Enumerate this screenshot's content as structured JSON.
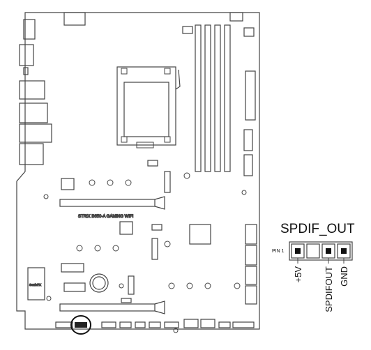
{
  "board": {
    "model_text": "STRIX B650-A GAMING WIFI",
    "small_chip_text": "SonicFX",
    "highlight_color": "#111111"
  },
  "header": {
    "title": "SPDIF_OUT",
    "pin1_label": "PIN 1"
  },
  "pins": [
    {
      "name": "+5V",
      "populated": true
    },
    {
      "name": "",
      "populated": false
    },
    {
      "name": "SPDIFOUT",
      "populated": true
    },
    {
      "name": "GND",
      "populated": true
    }
  ],
  "colors": {
    "line": "#444444",
    "pin": "#111111",
    "background": "#ffffff"
  }
}
